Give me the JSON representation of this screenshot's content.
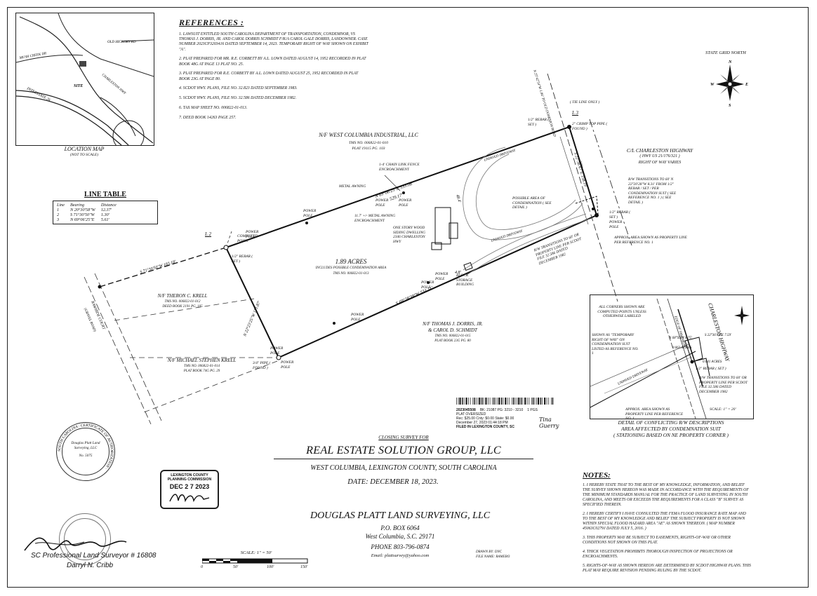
{
  "references": {
    "title": "REFERENCES :",
    "items": [
      "1. LAWSUIT ENTITLED SOUTH CAROLINA DEPARTMENT OF TRANSPORTATION, CONDEMNOR, VS THOMAS J. DORRIS, JR. AND CAROL DORRIS SCHMIDT F/K/A CAROL GALE DORRIS, LANDOWNER. CASE NUMBER 2023CP3203416 DATED SEPTEMBER 14, 2023. TEMPORARY RIGHT OF WAY SHOWN ON EXHIBIT \"A\".",
      "2. PLAT PREPARED FOR MR. R.E. CORBETT BY A.L. LOWN DATED AUGUST 14, 1952 RECORDED IN PLAT BOOK 48G AT PAGE 13 PLAT NO. 25.",
      "3. PLAT PREPARED FOR R.E. CORBETT BY A.L. LOWN DATED AUGUST 25, 1952 RECORDED IN PLAT BOOK 23G AT PAGE 80.",
      "4. SCDOT HWY. PLANS, FILE NO. 32.823 DATED SEPTEMBER 1983.",
      "5. SCDOT HWY. PLANS, FILE NO. 32.586 DATED DECEMBER 1982.",
      "6. TAX MAP SHEET NO. 006822-01-013.",
      "7. DEED BOOK 14263 PAGE 257."
    ]
  },
  "location_map": {
    "title": "LOCATION MAP",
    "subtitle": "(NOT TO SCALE)",
    "labels": [
      "MUSH CREEK DR",
      "OLD HICKORY RD",
      "INTERSTATE 26",
      "SITE",
      "CHARLESTON HWY"
    ]
  },
  "line_table": {
    "title": "LINE TABLE",
    "headers": [
      "Line",
      "Bearing",
      "Distance"
    ],
    "rows": [
      [
        "1",
        "N 20°30'58\"W",
        "12.37'"
      ],
      [
        "2",
        "S 71°30'50\"W",
        "1.30'"
      ],
      [
        "3",
        "N 69°06'25\"E",
        "5.61'"
      ]
    ]
  },
  "north_arrow": {
    "label": "STATE GRID NORTH",
    "n": "N",
    "s": "S",
    "e": "E",
    "w": "W"
  },
  "plat": {
    "owner_top": "N/F WEST COLUMBIA INDUSTRIAL, LLC",
    "owner_top_tms": "TMS NO. 006822-01-010",
    "owner_top_plat": "PLAT 19115 PG. 103",
    "bearing_top": "N 69°06'25\"E 533.08'",
    "bearing_top_2": "529.17'",
    "bearing_bottom": "S 69°28'39\"W 531.11'",
    "bearing_left": "N 22°23'25\"W 171.87'",
    "bearing_right": "S 22°36'47\"E 158.19'",
    "bearing_ext": "S 71°30'50\"W 183.18'",
    "acres": "1.89 ACRES",
    "acres_note": "INCLUDES POSSIBLE CONDEMNATION AREA",
    "acres_tms": "TMS NO. 006822-01-013",
    "krell": "N/F THERON C. KRELL",
    "krell_tms": "TMS NO. 006822-01-012",
    "krell_deed": "DEED BOOK 2191 PG. 105",
    "mkrell": "N/F MICHAEL STEPHEN KRELL",
    "mkrell_tms": "TMS NO. 006822-01-014",
    "mkrell_plat": "PLAT BOOK 74G PG. 29",
    "dorris": "N/F THOMAS J. DORRIS, JR.",
    "dorris_2": "& CAROL D. SCHMIDT",
    "dorris_tms": "TMS NO. 006822-01-015",
    "dorris_plat": "PLAT BOOK 23G PG. 80",
    "road": "RAWHIDE COURT",
    "road_2": "(GRAVEL ROAD)",
    "chainlink": "1-4' CHAIN LINK FENCE ENCROACHMENT",
    "metal_awning": "METAL AWNING",
    "metal_awning_2": "11.7' +/- METAL AWNING ENCROACHMENT",
    "dwelling": "ONE STORY WOOD SIDING DWELLING 2346 CHARLESTON HWY",
    "block": "BLOCK STORAGE BUILDING",
    "condemn": "POSSIBLE AREA OF CONDEMNATION ( SEE DETAIL )",
    "drive1": "UNPAVED DRIVEWAY",
    "drive2": "UNPAVED DRIVEWAY",
    "pole": "POWER POLE",
    "l1": "L 1",
    "l2": "L 2",
    "l3": "L 3",
    "crimp": "2\" CRIMP TOP PIPE ( FOUND )",
    "rebar": "1/2\" REBAR ( SET )",
    "pipe_found": "3/4\" PIPE ( FOUND )",
    "computed": "COMPUTED POINT",
    "tie_line": "( TIE LINE ONLY )",
    "measure1": "3.91'",
    "measure2": "4.8'",
    "measure3": "48.4'",
    "tie_bearing": "N 25°42'54\"W 1.86' TO OLD DOMINION ROAD"
  },
  "highway": {
    "title": "C/L CHARLESTON HIGHWAY",
    "sub": "( HWY US 21/176/321 )",
    "row": "RIGHT OF WAY VARIES",
    "rw_note": "R/W TRANSITIONS TO 60' N 22°20'28\"W 8.31' FROM 1/2\" REBAR / SET / PER CONDEMNATION SUIT ( SEE REFERENCE NO. 1 ) ( SEE DETAIL )",
    "approx": "APPROX. AREA SHOWN AS PROPERTY LINE PER REFERENCE NO. 1",
    "rw_note2": "R/W TRANSITIONS TO 60' OR PROPERTY LINE PER SCDOT FILE 32.586 DATED DECEMBER 1982"
  },
  "detail": {
    "title": "DETAIL OF CONFLICTING R/W DESCRIPTIONS",
    "title_2": "AREA AFFECTED BY CONDEMNATION SUIT",
    "title_3": "( STATIONING BASED ON NE PROPERTY CORNER )",
    "scale": "SCALE: 1\" = 20'",
    "note_corners": "ALL CORNERS SHOWN ARE COMPUTED POINTS UNLESS OTHERWISE LABELED",
    "note_temp": "SHOWN AS \"TEMPORARY RIGHT OF WAY\" ON CONDEMNATION SUIT LISTED AS REFERENCE NO. 1",
    "highway": "CHARLESTON HIGHWAY",
    "acres": "0.063 ACRES",
    "acres2": "0.041 ACRES",
    "rebar": "1/2\" REBAR ( SET )",
    "approx": "APPROX. AREA SHOWN AS PROPERTY LINE PER REFERENCE NO. 1",
    "drive": "UNPAVED DRIVEWAY",
    "edge": "EDGE OF PAVEMENT",
    "b1": "N 68°XXW 8.75'",
    "b2": "S 22°36'47\"E 7.59'"
  },
  "recording": {
    "barcode_num": "2023045508",
    "bk": "BK: 21087 PG: 3210 - 3210",
    "pgs": "1 PGS",
    "type": "PLAT OVERSIZED",
    "fees": "Rec: $25.00   Cnty: $0.00   State: $0.00",
    "date": "December 27, 2023 01:44:18 PM",
    "filed": "FILED IN LEXINGTON COUNTY, SC",
    "signature": "Tina Guerry"
  },
  "title_block": {
    "closing": "CLOSING SURVEY FOR",
    "client": "REAL ESTATE SOLUTION GROUP, LLC",
    "location": "WEST COLUMBIA, LEXINGTON COUNTY, SOUTH CAROLINA",
    "date": "DATE: DECEMBER 18, 2023.",
    "firm": "DOUGLAS PLATT LAND SURVEYING, LLC",
    "po": "P.O. BOX 6064",
    "city": "West Columbia, S.C. 29171",
    "phone": "PHONE 803-796-0874",
    "email": "Email:  plattsurvey@yahoo.com",
    "drawn": "DRAWN BY: DNC",
    "file": "FILE NAME: RAMERO"
  },
  "seal": {
    "ring": "SOUTH CAROLINA · CERTIFICATE OF AUTHORIZATION ·",
    "name": "Douglas Platt Land Surveying, LLC",
    "no": "No.  5075"
  },
  "stamp": {
    "line1": "LEXINGTON COUNTY",
    "line2": "PLANNING COMMISSION",
    "date": "DEC 2 7 2023"
  },
  "surveyor": {
    "line1": "SC Professional Land Surveyor # 16808",
    "line2": "Darryl N. Cribb"
  },
  "scale": {
    "label": "SCALE: 1\" = 50'",
    "ticks": [
      "0",
      "50'",
      "100'",
      "150'"
    ]
  },
  "notes": {
    "title": "NOTES:",
    "items": [
      "1. I HEREBY STATE THAT TO THE BEST OF MY KNOWLEDGE, INFORMATION, AND BELIEF THE SURVEY SHOWN HEREON WAS MADE IN ACCORDANCE WITH THE REQUIREMENTS OF THE MINIMUM STANDARDS MANUAL FOR THE PRACTICE OF LAND SURVEYING IN SOUTH CAROLINA, AND MEETS OR EXCEEDS THE REQUIREMENTS FOR A CLASS \"B\" SURVEY AS SPECIFIED THEREIN.",
      "2. I HEREBY CERTIFY I HAVE CONSULTED THE FEMA FLOOD INSURANCE RATE MAP AND TO THE BEST OF MY KNOWLEDGE AND BELIEF THE SUBJECT PROPERTY IS NOT SHOWN WITHIN SPECIAL FLOOD HAZARD AREA \"AE\" AS SHOWN THEREON. ( MAP NUMBER 45063C0279J DATED JULY 5, 2016. )",
      "3. THIS PROPERTY MAY BE SUBJECT TO EASEMENTS, RIGHTS-OF-WAY OR OTHER CONDITIONS NOT SHOWN ON THIS PLAT.",
      "4. THICK VEGETATION PROHIBITS THOROUGH INSPECTION OF PROJECTIONS OR ENCROACHMENTS.",
      "5. RIGHTS-OF-WAY AS SHOWN HEREON ARE DETERMINED BY SCDOT HIGHWAY PLANS. THIS PLAT MAY REQUIRE REVISION PENDING RULING BY THE SCDOT."
    ]
  }
}
